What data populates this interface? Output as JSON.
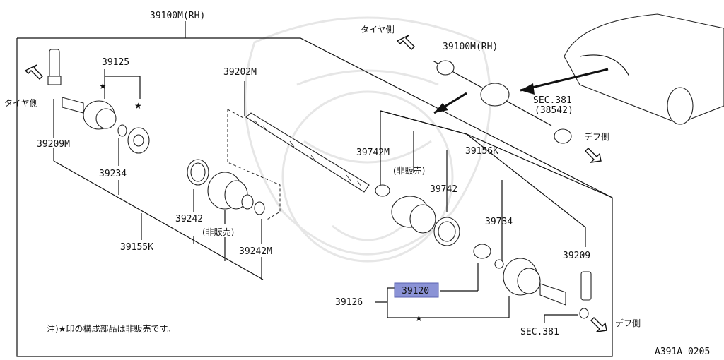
{
  "labels": {
    "main_assembly": "39100M(RH)",
    "inset_assembly": "39100M(RH)",
    "p39125": "39125",
    "p39202m": "39202M",
    "p39209m": "39209M",
    "p39234": "39234",
    "p39242": "39242",
    "p39242m": "39242M",
    "p39155k": "39155K",
    "p39742m": "39742M",
    "p39742": "39742",
    "p39156k": "39156K",
    "p39734": "39734",
    "p39209": "39209",
    "p39126": "39126",
    "p39120": "39120",
    "sec381_top": "SEC.381",
    "sec381_top_sub": "(38542)",
    "sec381_bottom": "SEC.381",
    "not_sold_1": "(非販売)",
    "not_sold_2": "(非販売)",
    "tire_side_left": "タイヤ側",
    "tire_side_top": "タイヤ側",
    "diff_side_top": "デフ側",
    "diff_side_bottom": "デフ側",
    "star_note": "注)★印の構成部品は非販売です。",
    "figure_code": "A391A 0205"
  },
  "highlight_color": "#8b93d6"
}
